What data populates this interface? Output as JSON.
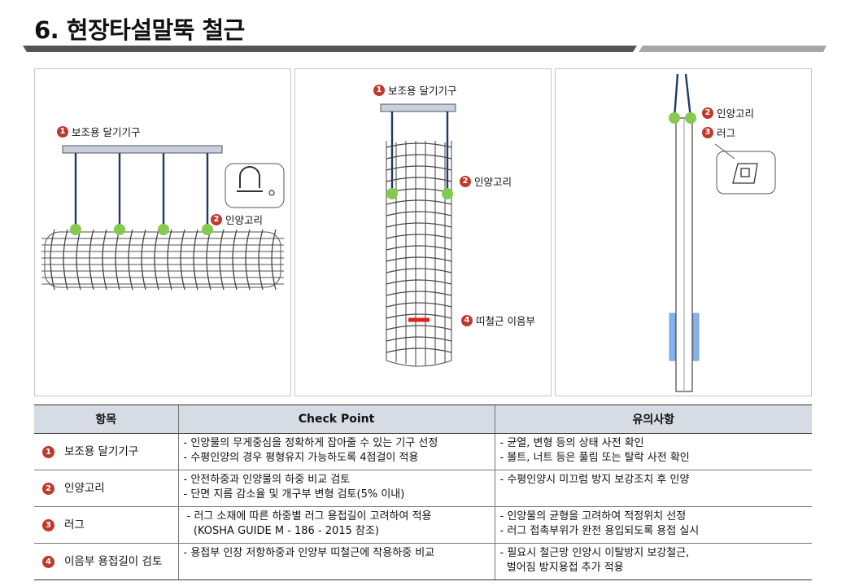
{
  "title": "6. 현장타설말뚝 철근",
  "colors": {
    "accent_red": "#c0392b",
    "lift_point_green": "#86c94f",
    "sling_blue": "#1f3b64",
    "beam_fill": "#c9d1df",
    "header_fill": "#d6dbe4",
    "title_bar_dark": "#555555",
    "title_bar_light": "#a6a6a6"
  },
  "panels": {
    "horizontal": {
      "callouts": [
        {
          "num": "1",
          "label": "보조용 달기기구"
        },
        {
          "num": "2",
          "label": "인양고리"
        }
      ]
    },
    "vertical": {
      "callouts": [
        {
          "num": "1",
          "label": "보조용 달기기구"
        },
        {
          "num": "2",
          "label": "인양고리"
        },
        {
          "num": "4",
          "label": "띠철근 이음부"
        }
      ]
    },
    "lug": {
      "callouts": [
        {
          "num": "2",
          "label": "인양고리"
        },
        {
          "num": "3",
          "label": "러그"
        }
      ]
    }
  },
  "table": {
    "headers": [
      "항목",
      "Check Point",
      "유의사항"
    ],
    "rows": [
      {
        "num": "1",
        "item": "보조용 달기기구",
        "check": [
          "- 인양물의 무게중심을 정확하게 잡아줄 수 있는 기구 선정",
          "- 수평인양의 경우 평형유지 가능하도록 4점걸이 적용"
        ],
        "notes": [
          "- 균열, 변형 등의 상태 사전 확인",
          "- 볼트, 너트 등은 풀림 또는 탈락 사전 확인"
        ]
      },
      {
        "num": "2",
        "item": "인양고리",
        "check": [
          "- 안전하중과 인양물의 하중 비교 검토",
          "- 단면 지름 감소율 및 개구부 변형 검토(5% 이내)"
        ],
        "notes": [
          "- 수평인양시 미끄럼 방지 보강조치 후 인양"
        ]
      },
      {
        "num": "3",
        "item": "러그",
        "check": [
          " - 러그 소재에 따른 하중별 러그 용접길이 고려하여 적용",
          "   (KOSHA GUIDE M - 186 - 2015 참조)"
        ],
        "notes": [
          "- 인양물의 균형을 고려하여 적정위치 선정",
          "- 러그 접촉부위가 완전 용입되도록 용접 실시"
        ]
      },
      {
        "num": "4",
        "item": "이음부 용접길이 검토",
        "check": [
          "- 용접부 인장 저항하중과 인양부 띠철근에 작용하중 비교"
        ],
        "notes": [
          "- 필요시 철근망 인양시 이탈방지 보강철근,",
          "  벌어짐 방지용접 추가 적용"
        ]
      }
    ]
  }
}
